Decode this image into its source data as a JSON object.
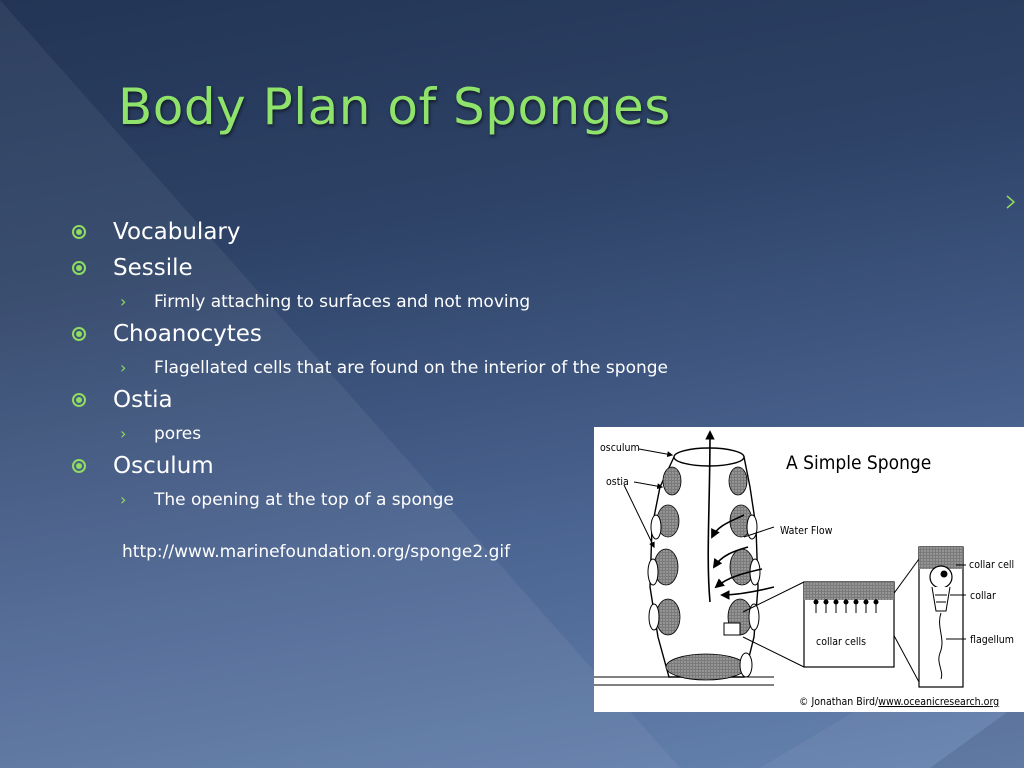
{
  "slide": {
    "title": "Body Plan of Sponges",
    "colors": {
      "title": "#8fe36a",
      "bullet_marker": "#8fdc63",
      "background_top": "#233556",
      "background_bottom": "#6683b0"
    }
  },
  "bullets": [
    {
      "text": "Vocabulary",
      "sub": []
    },
    {
      "text": "Sessile",
      "sub": [
        "Firmly attaching to surfaces and not moving"
      ]
    },
    {
      "text": "Choanocytes",
      "sub": [
        "Flagellated cells that are found on the interior of the sponge"
      ]
    },
    {
      "text": "Ostia",
      "sub": [
        "pores"
      ]
    },
    {
      "text": "Osculum",
      "sub": [
        "The opening at the top of a sponge"
      ]
    }
  ],
  "source_url": "http://www.marinefoundation.org/sponge2.gif",
  "figure": {
    "title": "A Simple Sponge",
    "labels": {
      "osculum": "osculum",
      "ostia": "ostia",
      "water_flow": "Water Flow",
      "collar_cells": "collar cells",
      "collar_cell": "collar cell",
      "collar": "collar",
      "flagellum": "flagellum"
    },
    "credit_prefix": "© Jonathan Bird/",
    "credit_link": "www.oceanicresearch.org"
  }
}
